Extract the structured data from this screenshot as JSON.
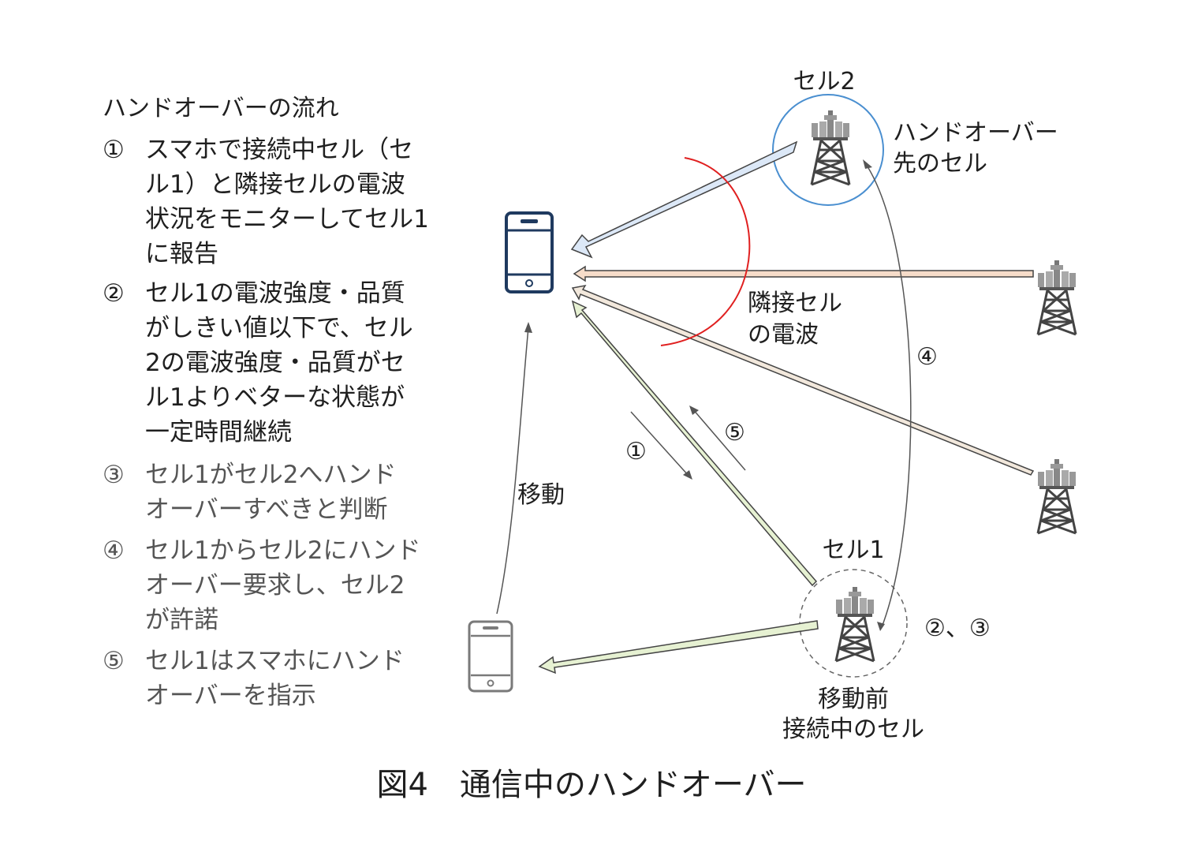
{
  "steps_title": "ハンドオーバーの流れ",
  "steps": [
    {
      "num": "①",
      "lines": [
        "スマホで接続中セル（セ",
        "ル1）と隣接セルの電波",
        "状況をモニターしてセル1",
        "に報告"
      ]
    },
    {
      "num": "②",
      "lines": [
        "セル1の電波強度・品質",
        "がしきい値以下で、セル",
        "2の電波強度・品質がセ",
        "ル1よりベターな状態が",
        "一定時間継続"
      ]
    },
    {
      "num": "③",
      "lines": [
        "セル1がセル2へハンド",
        "オーバーすべきと判断"
      ]
    },
    {
      "num": "④",
      "lines": [
        "セル1からセル2にハンド",
        "オーバー要求し、セル2",
        "が許諾"
      ]
    },
    {
      "num": "⑤",
      "lines": [
        "セル1はスマホにハンド",
        "オーバーを指示"
      ]
    }
  ],
  "labels": {
    "cell2": "セル2",
    "handover_target_1": "ハンドオーバー",
    "handover_target_2": "先のセル",
    "neighbor_1": "隣接セル",
    "neighbor_2": "の電波",
    "move": "移動",
    "cell1": "セル1",
    "before_1": "移動前",
    "before_2": "接続中のセル",
    "step_marker_1": "①",
    "step_marker_5": "⑤",
    "step_marker_4": "④",
    "step_marker_23": "②、③"
  },
  "caption": "図4　通信中のハンドオーバー",
  "colors": {
    "phone_new": "#1f3a5f",
    "phone_old": "#7a7a7a",
    "beam_blue": "#dce8f7",
    "beam_peach": "#f6dcc9",
    "beam_green": "#e6f1d2",
    "beam_brown": "#f2e8dc",
    "cell2_circle": "#4a8fd0",
    "red_arc": "#e02020"
  },
  "icons": [
    "smartphone-icon",
    "cell-tower-icon"
  ]
}
